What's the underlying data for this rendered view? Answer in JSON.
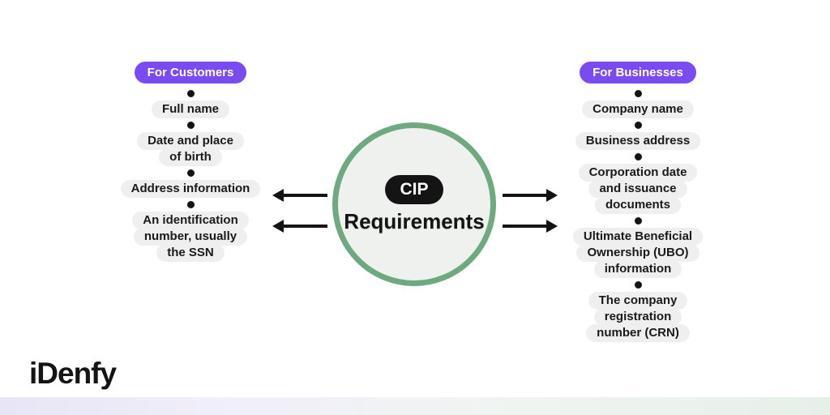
{
  "center": {
    "badge_label": "CIP",
    "title": "Requirements"
  },
  "columns": {
    "left": {
      "badge": "For Customers",
      "items": [
        {
          "lines": [
            "Full name"
          ]
        },
        {
          "lines": [
            "Date and place",
            "of birth"
          ]
        },
        {
          "lines": [
            "Address information"
          ]
        },
        {
          "lines": [
            "An identification",
            "number, usually",
            "the SSN"
          ]
        }
      ]
    },
    "right": {
      "badge": "For Businesses",
      "items": [
        {
          "lines": [
            "Company name"
          ]
        },
        {
          "lines": [
            "Business address"
          ]
        },
        {
          "lines": [
            "Corporation date",
            "and issuance",
            "documents"
          ]
        },
        {
          "lines": [
            "Ultimate Beneficial",
            "Ownership (UBO)",
            "information"
          ]
        },
        {
          "lines": [
            "The company",
            "registration",
            "number (CRN)"
          ]
        }
      ]
    }
  },
  "logo": {
    "text": "iDenfy"
  },
  "colors": {
    "accent_purple": "#7a4bf0",
    "circle_green": "#6fa97f",
    "pill_black": "#141414",
    "item_gray": "#efefef",
    "strip_lavender": "#e8e5f6",
    "strip_green": "#e7efe9"
  }
}
